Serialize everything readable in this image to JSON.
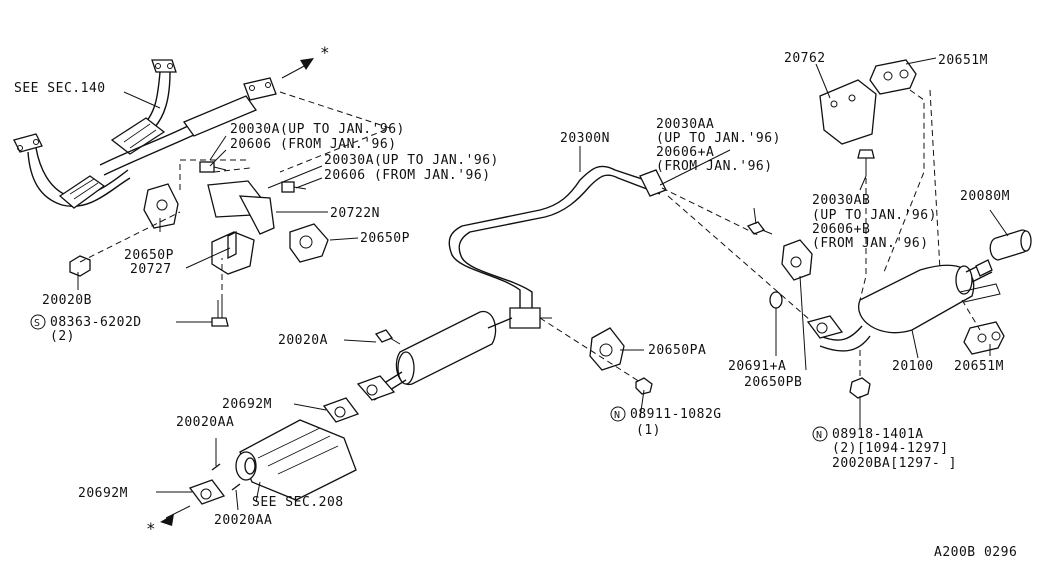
{
  "labels": {
    "see_sec_140": "SEE SEC.140",
    "asterisk_top": "*",
    "asterisk_bottom": "*",
    "p20030A_a": "20030A(UP TO JAN.'96)",
    "p20606_a": "20606  (FROM JAN.'96)",
    "p20030A_b": "20030A(UP TO JAN.'96)",
    "p20606_b": "20606  (FROM JAN.'96)",
    "p20722N": "20722N",
    "p20650P_right": "20650P",
    "p20650P_left": "20650P",
    "p20727": "20727",
    "p20020B": "20020B",
    "s_prefix": "S",
    "p08363": "08363-6202D",
    "p08363_qty": "(2)",
    "p20300N": "20300N",
    "p20030AA": "20030AA",
    "p20030AA_note": "(UP TO JAN.'96)",
    "p20606A": "20606+A",
    "p20606A_note": "(FROM JAN.'96)",
    "p20762": "20762",
    "p20651M_top": "20651M",
    "p20030AB": "20030AB",
    "p20030AB_note": "(UP TO JAN.'96)",
    "p20606B": "20606+B",
    "p20606B_note": "(FROM JAN.'96)",
    "p20080M": "20080M",
    "p20020A": "20020A",
    "p20650PA": "20650PA",
    "p20691A": "20691+A",
    "p20650PB": "20650PB",
    "p20100": "20100",
    "p20651M_bottom": "20651M",
    "p20692M_top": "20692M",
    "p20020AA_top": "20020AA",
    "n_prefix_1": "N",
    "p08911": "08911-1082G",
    "p08911_qty": "(1)",
    "n_prefix_2": "N",
    "p08918": "08918-1401A",
    "p08918_qty": "(2)[1094-1297]",
    "p20020BA": "20020BA[1297-     ]",
    "see_sec_208": "SEE SEC.208",
    "p20692M_bottom": "20692M",
    "p20020AA_bottom": "20020AA",
    "ref_code": "A200B 0296"
  }
}
